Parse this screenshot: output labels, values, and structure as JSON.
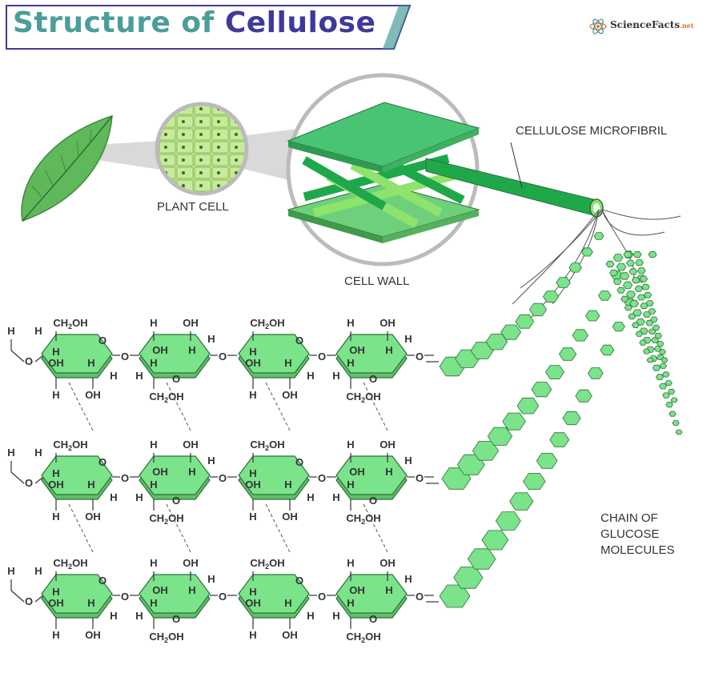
{
  "title": {
    "part1": "Structure of ",
    "part2": "Cellulose"
  },
  "brand": {
    "name": "ScienceFacts",
    "suffix": ".net"
  },
  "labels": {
    "plant_cell": "PLANT CELL",
    "cell_wall": "CELL WALL",
    "microfibril": "CELLULOSE MICROFIBRIL",
    "chain_line1": "CHAIN OF",
    "chain_line2": "GLUCOSE",
    "chain_line3": "MOLECULES"
  },
  "chem": {
    "ch2oh": "CH",
    "ch2oh_sub": "2",
    "oh": "OH",
    "h": "H",
    "o": "O"
  },
  "colors": {
    "ring_fill": "#7be38a",
    "ring_stroke": "#2f6e3a",
    "fibril_dark": "#1fa84a",
    "fibril_light": "#8ee36c",
    "title_teal": "#4a9e9a",
    "title_purple": "#3e3a9a"
  }
}
